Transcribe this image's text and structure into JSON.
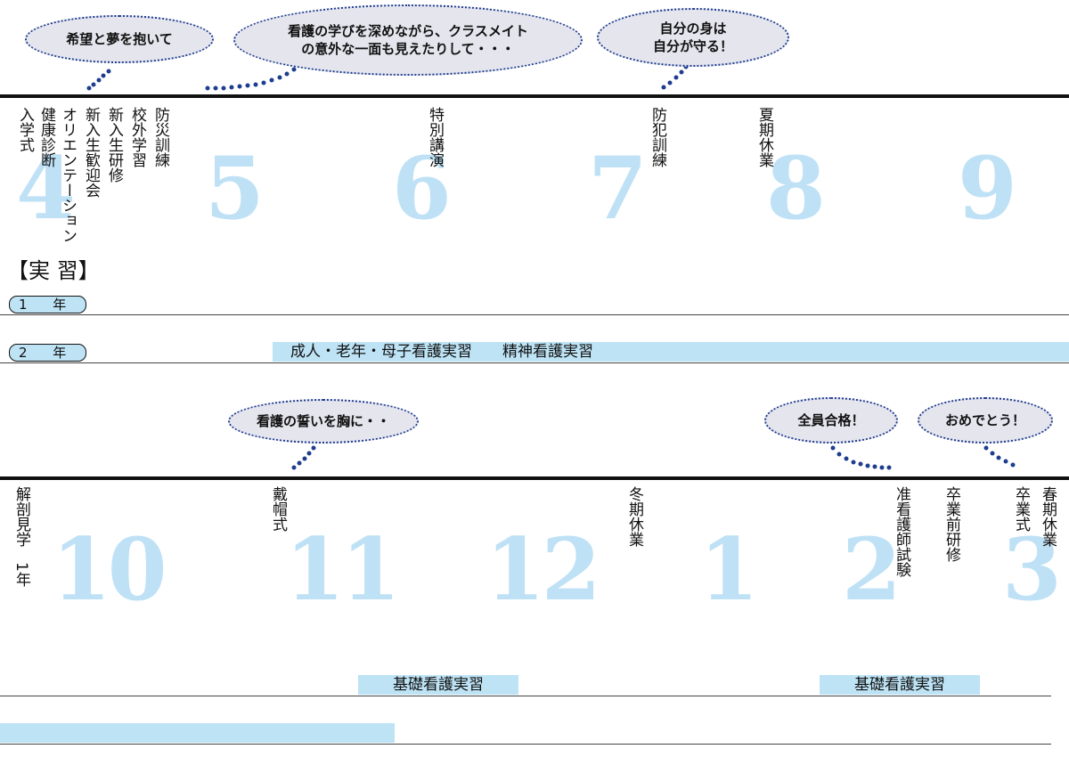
{
  "top": {
    "bubbles": [
      "希望と夢を抱いて",
      "看護の学びを深めながら、クラスメイト\nの意外な一面も見えたりして・・・",
      "自分の身は\n自分が守る！"
    ],
    "months": [
      "4",
      "5",
      "6",
      "7",
      "8",
      "9"
    ],
    "events": {
      "e1": "入学式",
      "e2": "健康診断",
      "e3": "オリエンテーション",
      "e4": "新入生歓迎会",
      "e5": "新入生研修",
      "e6": "校外学習",
      "e7": "防災訓練",
      "e8": "特別講演",
      "e9": "防犯訓練",
      "e10": "夏期休業"
    }
  },
  "practicum": {
    "title": "【実 習】",
    "year1": "1 年",
    "year2": "2 年",
    "bar_year2": "成人・老年・母子看護実習　　精神看護実習"
  },
  "bottom": {
    "bubbles": [
      "看護の誓いを胸に・・",
      "全員合格！",
      "おめでとう！"
    ],
    "months": [
      "10",
      "11",
      "12",
      "1",
      "2",
      "3"
    ],
    "events": {
      "e1": "解剖見学　1年",
      "e2": "戴帽式",
      "e3": "冬期休業",
      "e4": "准看護師試験",
      "e5": "卒業前研修",
      "e6": "卒業式",
      "e7": "春期休業"
    },
    "bars": [
      "基礎看護実習",
      "基礎看護実習"
    ]
  },
  "colors": {
    "accent": "#bde3f5",
    "month_numerals": "#bfe1f6",
    "bubble_fill": "#e5e5ee",
    "dots": "#1e3d8f"
  }
}
